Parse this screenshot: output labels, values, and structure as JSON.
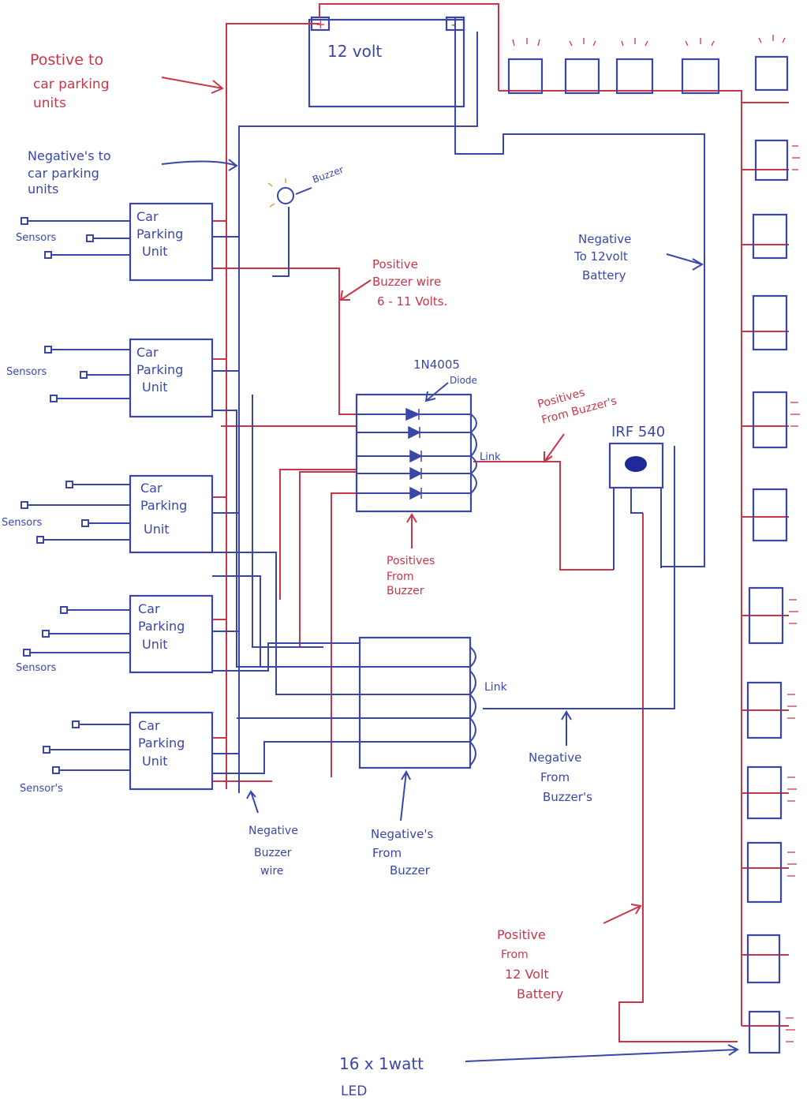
{
  "labels": {
    "battery": "12 volt",
    "battery_plus": "+",
    "battery_minus": "-",
    "positive_to_units": [
      "Postive to",
      "car parking",
      "units"
    ],
    "negatives_to_units": [
      "Negative's to",
      "car parking",
      "units"
    ],
    "buzzer": "Buzzer",
    "positive_buzzer_wire": [
      "Positive",
      "Buzzer wire",
      "6 - 11 Volts."
    ],
    "negative_to_battery": [
      "Negative",
      "To 12volt",
      "Battery"
    ],
    "diode": [
      "1N4005",
      "Diode"
    ],
    "positives_from_buzzers": [
      "Positives",
      "From Buzzer's"
    ],
    "irf": "IRF 540",
    "link": "Link",
    "positives_from_buzzer": [
      "Positives",
      "From",
      "Buzzer"
    ],
    "negative_from_buzzers": [
      "Negative",
      "From",
      "Buzzer's"
    ],
    "negative_buzzer_wire": [
      "Negative",
      "Buzzer",
      "wire"
    ],
    "negatives_from_buzzer": [
      "Negative's",
      "From",
      "Buzzer"
    ],
    "positive_from_battery": [
      "Positive",
      "From",
      "12 Volt",
      "Battery"
    ],
    "led_note": [
      "16 x 1watt",
      "LED"
    ]
  },
  "units": [
    {
      "label": [
        "Car",
        "Parking",
        "Unit"
      ],
      "sensors": "Sensors"
    },
    {
      "label": [
        "Car",
        "Parking",
        "Unit"
      ],
      "sensors": "Sensors"
    },
    {
      "label": [
        "Car",
        "Parking",
        "Unit"
      ],
      "sensors": "Sensors"
    },
    {
      "label": [
        "Car",
        "Parking",
        "Unit"
      ],
      "sensors": "Sensors"
    },
    {
      "label": [
        "Car",
        "Parking",
        "Unit"
      ],
      "sensors": "Sensor's"
    }
  ]
}
